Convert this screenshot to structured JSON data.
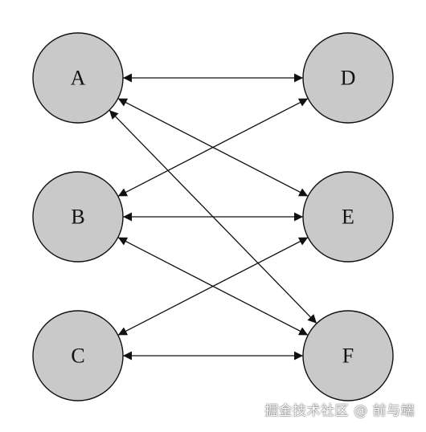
{
  "diagram": {
    "nodes": [
      {
        "id": "A",
        "label": "A"
      },
      {
        "id": "B",
        "label": "B"
      },
      {
        "id": "C",
        "label": "C"
      },
      {
        "id": "D",
        "label": "D"
      },
      {
        "id": "E",
        "label": "E"
      },
      {
        "id": "F",
        "label": "F"
      }
    ],
    "edges": [
      {
        "from": "A",
        "to": "D",
        "bidirectional": true
      },
      {
        "from": "A",
        "to": "E",
        "bidirectional": true
      },
      {
        "from": "A",
        "to": "F",
        "bidirectional": true
      },
      {
        "from": "B",
        "to": "D",
        "bidirectional": true
      },
      {
        "from": "B",
        "to": "E",
        "bidirectional": true
      },
      {
        "from": "B",
        "to": "F",
        "bidirectional": true
      },
      {
        "from": "C",
        "to": "E",
        "bidirectional": true
      },
      {
        "from": "C",
        "to": "F",
        "bidirectional": true
      }
    ],
    "colors": {
      "node_fill": "#c9c9c9",
      "node_stroke": "#111111",
      "edge": "#111111",
      "background": "#ffffff"
    }
  },
  "watermark": {
    "text": "掘金技术社区 @ 前与端"
  }
}
